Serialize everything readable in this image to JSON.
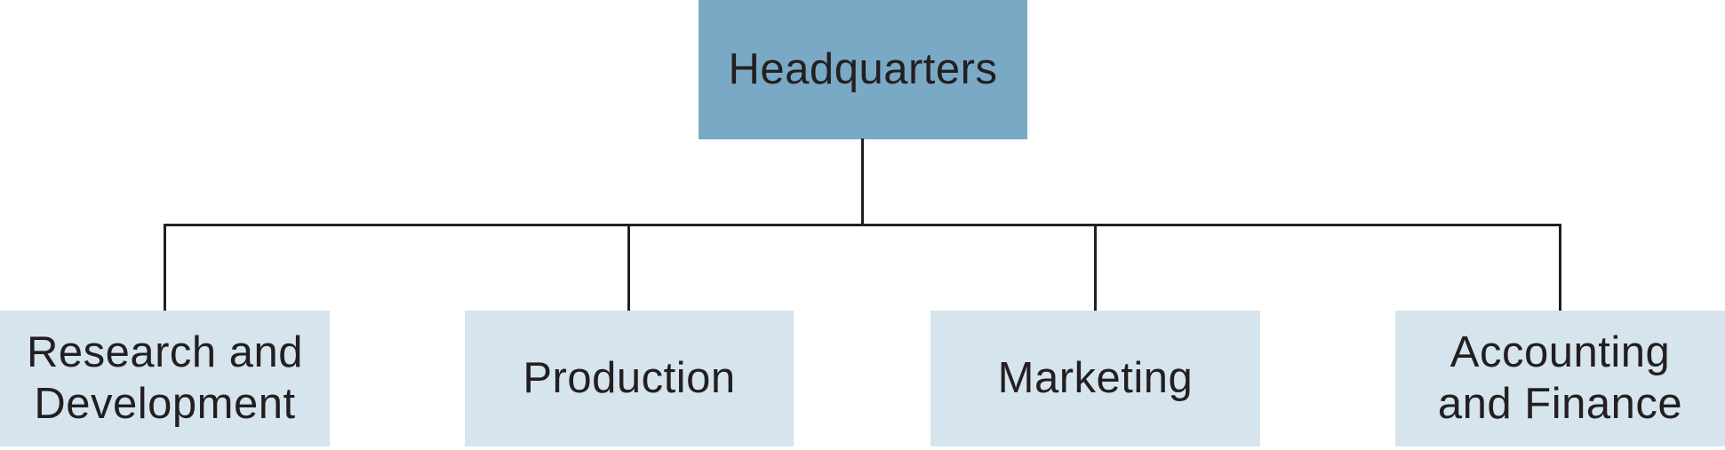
{
  "diagram": {
    "type": "org-chart",
    "root": {
      "label": "Headquarters"
    },
    "children": [
      {
        "id": "research-and-development",
        "lines": [
          "Research and",
          "Development"
        ]
      },
      {
        "id": "production",
        "lines": [
          "Production"
        ]
      },
      {
        "id": "marketing",
        "lines": [
          "Marketing"
        ]
      },
      {
        "id": "accounting-and-finance",
        "lines": [
          "Accounting",
          "and Finance"
        ]
      }
    ],
    "colors": {
      "root_fill": "#7AA9C6",
      "child_fill": "#D6E4EE",
      "line": "#231F20",
      "text": "#231F20",
      "background": "#FFFFFF"
    }
  }
}
